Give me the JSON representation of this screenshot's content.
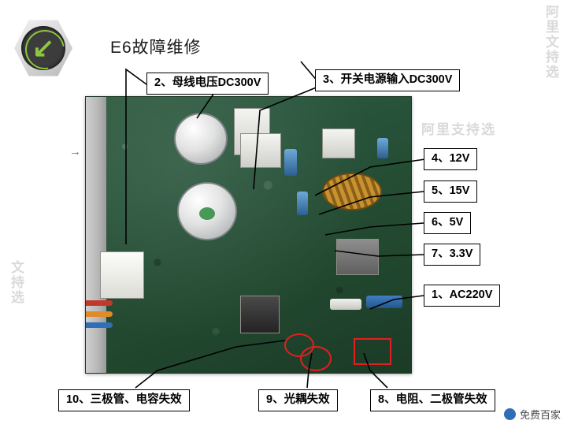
{
  "title": "E6故障维修",
  "logo": {
    "name": "circular-arrow-logo",
    "glyph": "↙",
    "accent_color": "#8dc63f"
  },
  "callouts": [
    {
      "id": "c2",
      "text": "2、母线电压DC300V"
    },
    {
      "id": "c3",
      "text": "3、开关电源输入DC300V"
    },
    {
      "id": "c4",
      "text": "4、12V"
    },
    {
      "id": "c5",
      "text": "5、15V"
    },
    {
      "id": "c6",
      "text": "6、5V"
    },
    {
      "id": "c7",
      "text": "7、3.3V"
    },
    {
      "id": "c1",
      "text": "1、AC220V"
    },
    {
      "id": "c8",
      "text": "8、电阻、二极管失效"
    },
    {
      "id": "c9",
      "text": "9、光耦失效"
    },
    {
      "id": "c10",
      "text": "10、三极管、电容失效"
    }
  ],
  "watermarks": {
    "top_right": "阿里文持选",
    "mid_right": "阿里支持选",
    "left": "文持选",
    "bottom_badge": "免费百家"
  },
  "colors": {
    "callout_border": "#000000",
    "highlight_red": "#e02020",
    "pointer_blue": "#2f7ad0",
    "board_green": "#27533a"
  }
}
